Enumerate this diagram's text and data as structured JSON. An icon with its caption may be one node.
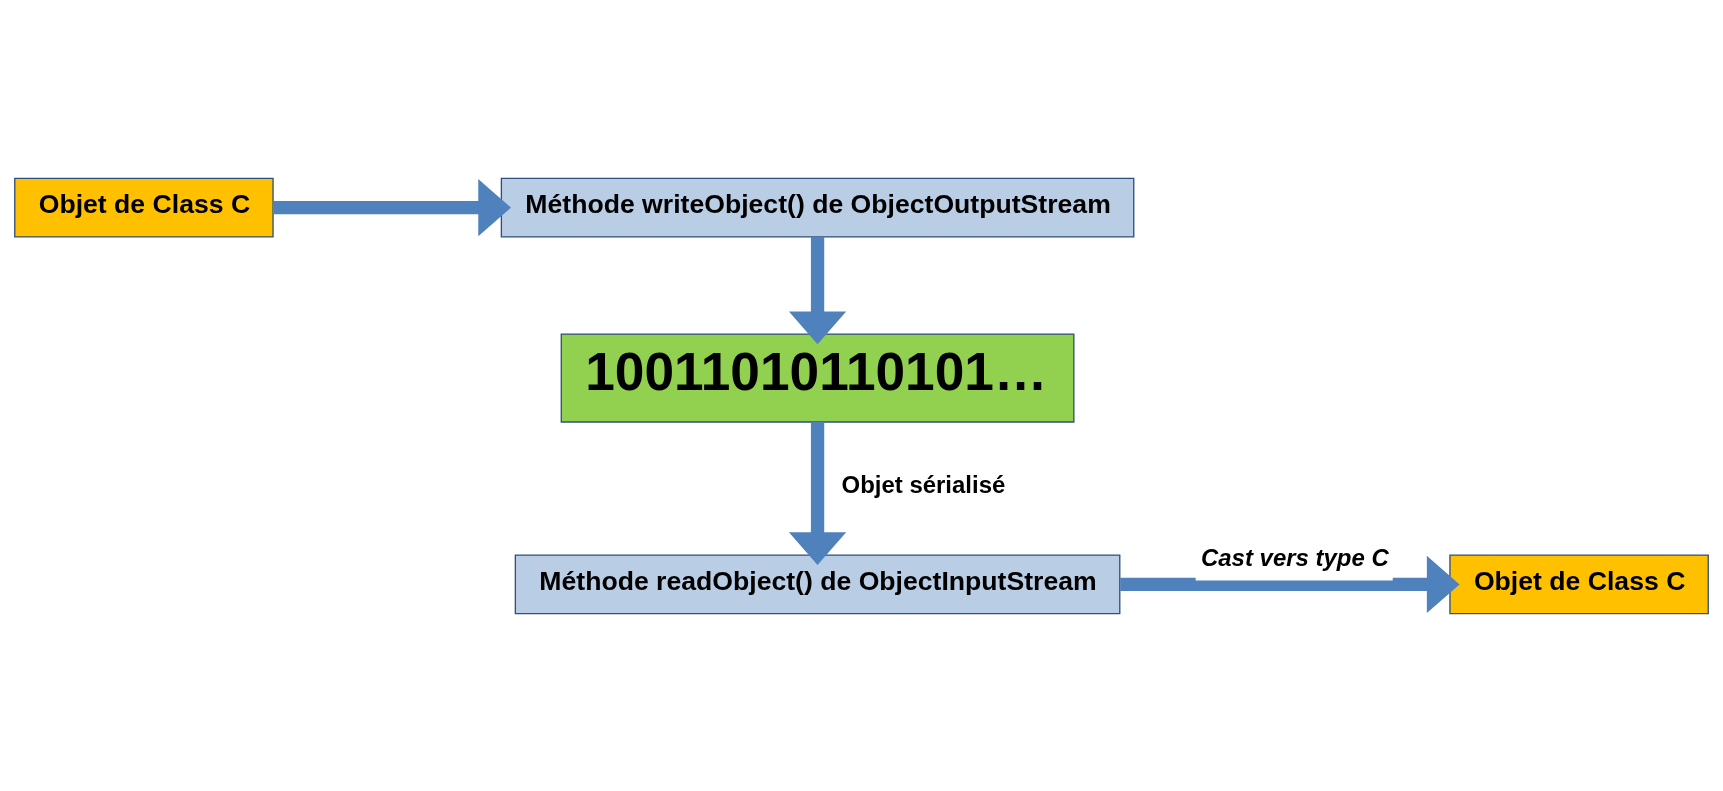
{
  "diagram": {
    "nodes": [
      {
        "text": [
          "Objet de Class C"
        ]
      },
      {
        "text": [
          "Méthode writeObject() de ObjectOutputStream"
        ]
      },
      {
        "text": [
          "10011010110101…"
        ]
      },
      {
        "text": [
          "Méthode readObject() de ObjectInputStream"
        ]
      },
      {
        "text": [
          "Objet de Class C"
        ]
      }
    ],
    "edges": [
      {
        "from": 0,
        "to": 1,
        "arrow": "to"
      },
      {
        "from": 1,
        "to": 2,
        "arrow": "to"
      },
      {
        "from": 2,
        "to": 3,
        "arrow": "to",
        "label": "Objet sérialisé"
      },
      {
        "from": 3,
        "to": 4,
        "arrow": "to",
        "label": "Cast vers type C"
      }
    ]
  }
}
